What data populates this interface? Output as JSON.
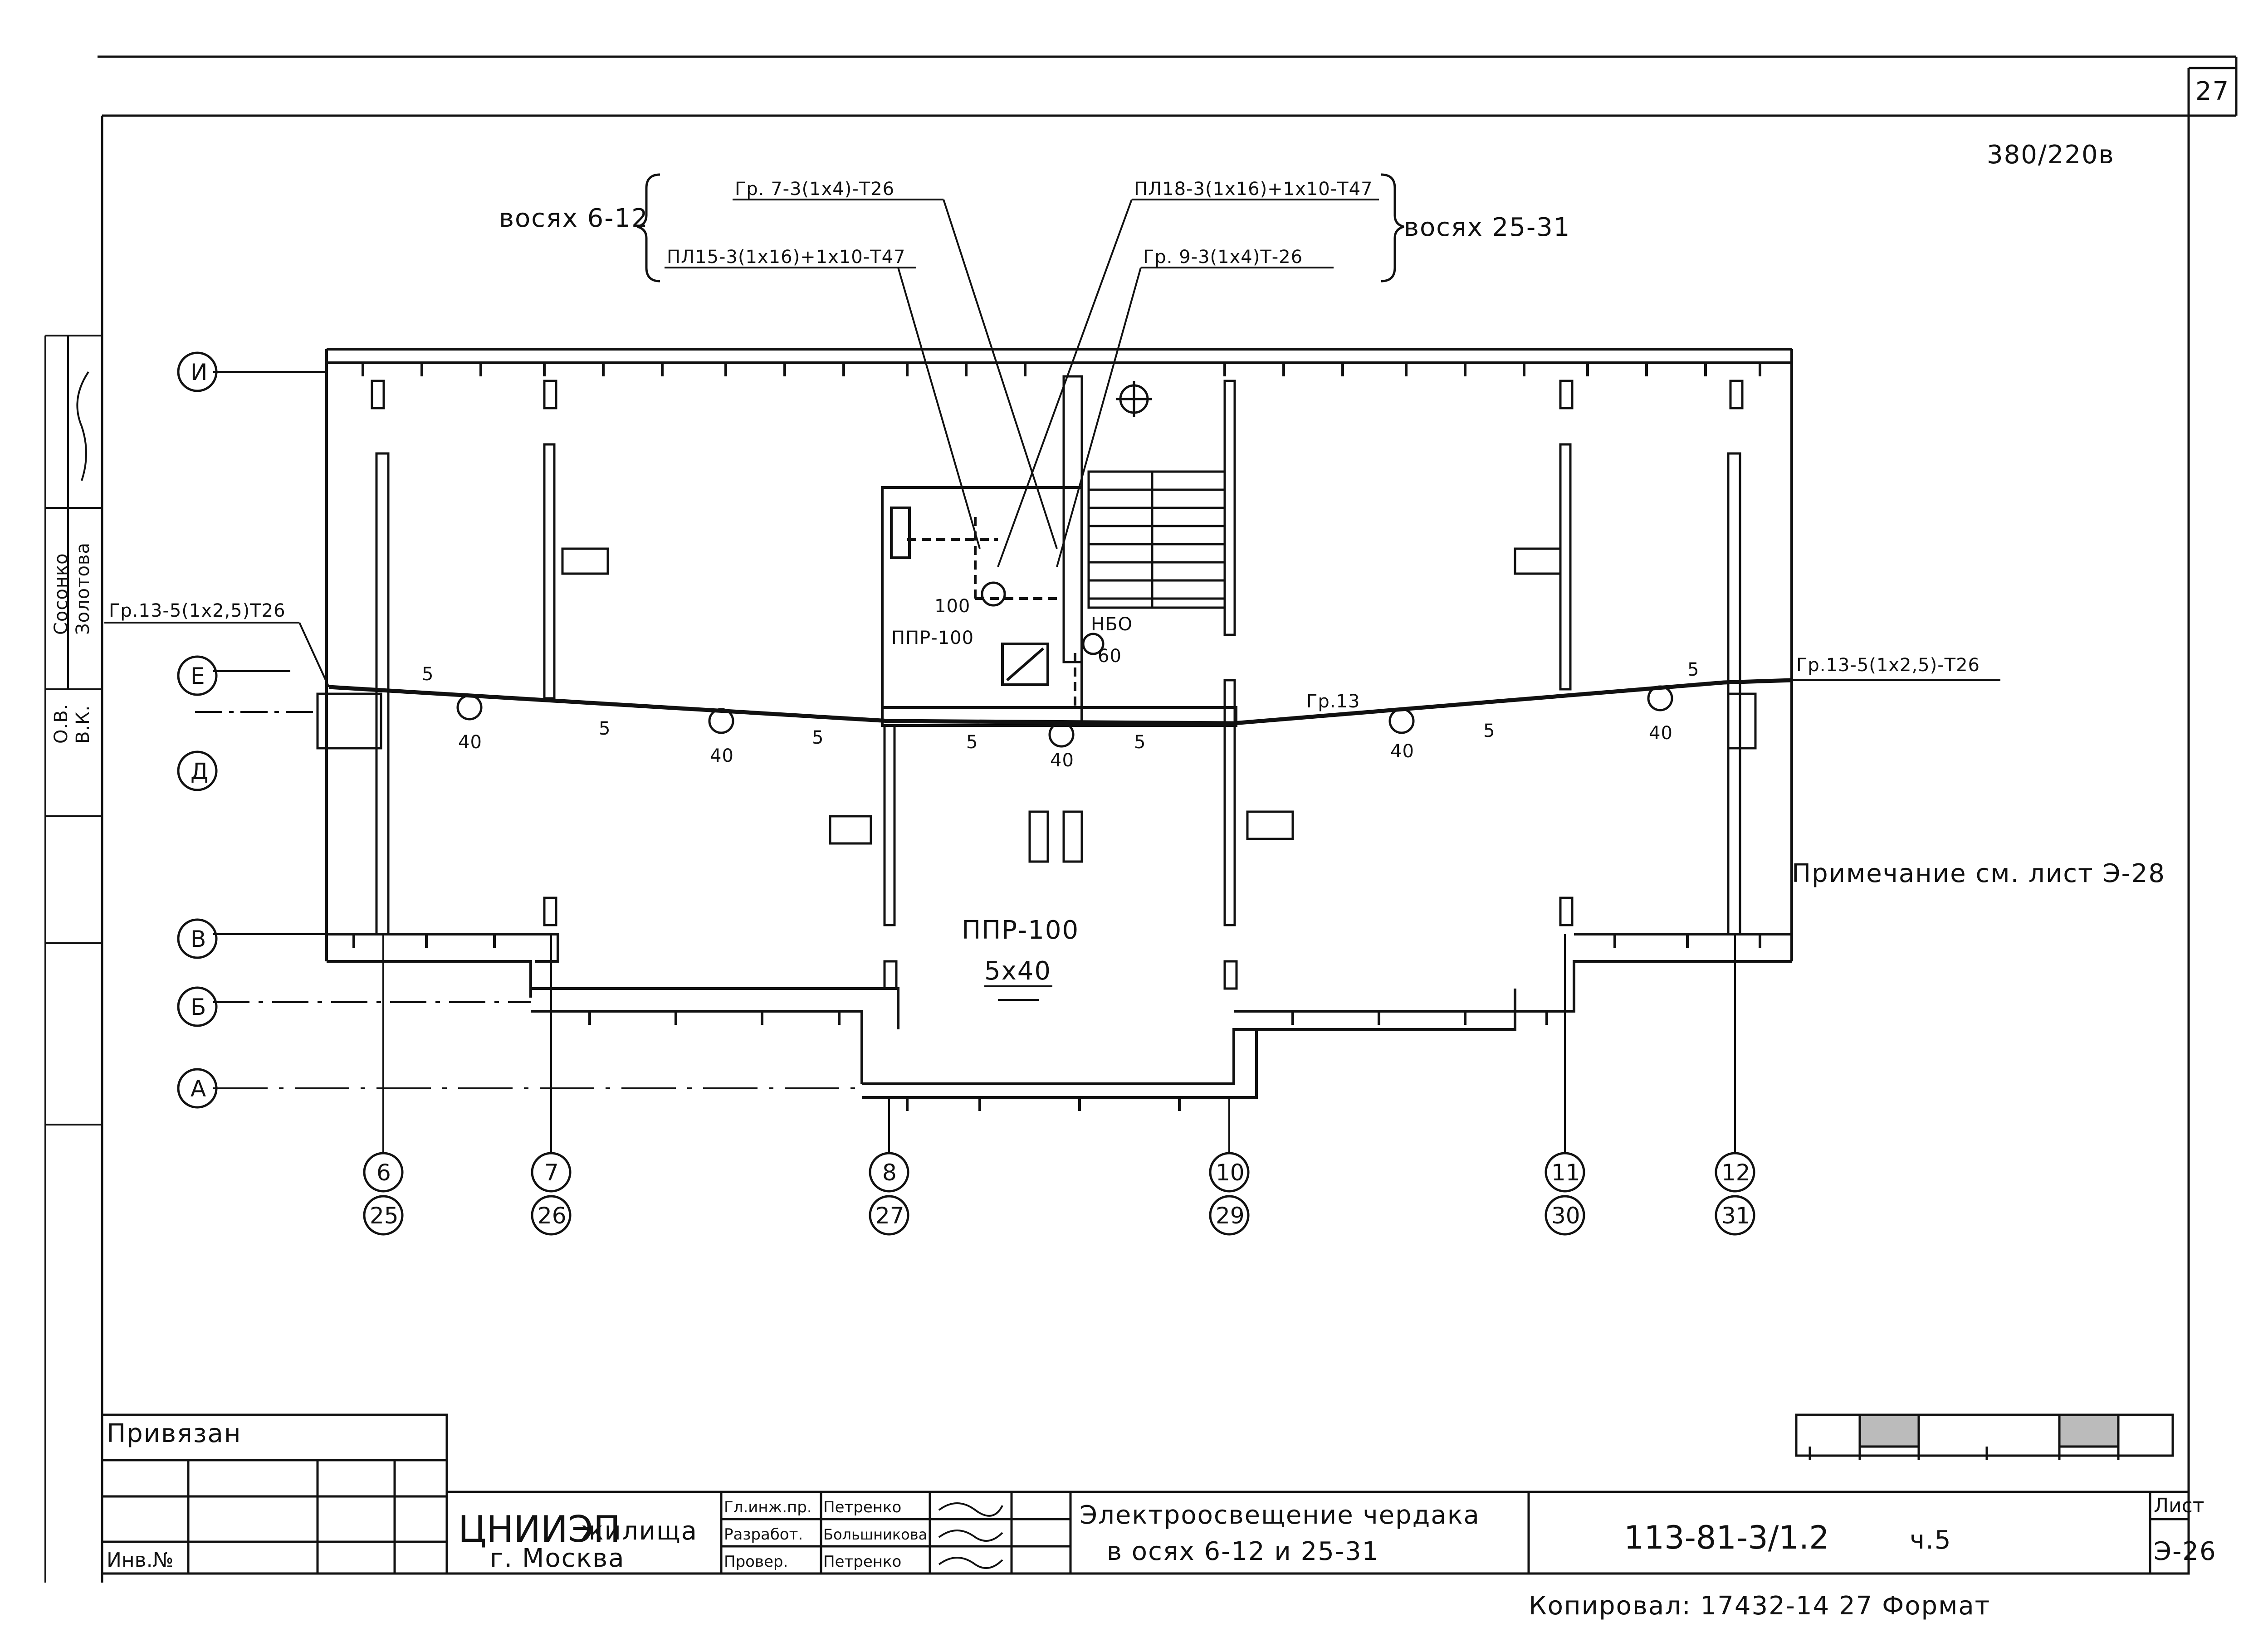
{
  "sheet_number": "27",
  "voltage": "380/220в",
  "cables": {
    "left_group_label": "восях 6-12",
    "right_group_label": "восях 25-31",
    "gr7": "Гр. 7-3(1х4)-Т26",
    "pl15": "ПЛ15-3(1х16)+1х10-Т47",
    "pl18": "ПЛ18-3(1х16)+1х10-Т47",
    "gr9": "Гр. 9-3(1х4)Т-26",
    "gr13_left": "Гр.13-5(1х2,5)Т26",
    "gr13_right": "Гр.13-5(1х2,5)-Т26",
    "gr13_mid": "Гр.13"
  },
  "panels": {
    "ppr_room": "ППР-100",
    "ppr_main": "ППР-100",
    "ppr_main_sub": "5х40",
    "nbo": "НБО",
    "nbo_power": "60",
    "room_lamp_power": "100"
  },
  "fixtures": {
    "lamp_power": "40",
    "segment_count": "5"
  },
  "axes": {
    "rows": [
      "И",
      "Е",
      "Д",
      "В",
      "Б",
      "А"
    ],
    "columns_top": [
      "6",
      "7",
      "8",
      "10",
      "11",
      "12"
    ],
    "columns_bottom": [
      "25",
      "26",
      "27",
      "29",
      "30",
      "31"
    ]
  },
  "note": "Примечание см. лист Э-28",
  "side_stamp": {
    "person1": "Сосонко",
    "person2": "Золотова",
    "role1": "О.В.",
    "role2": "В.К."
  },
  "title_block": {
    "bound": "Привязан",
    "inv_no": "Инв.№",
    "org_line1": "ЦНИИЭП",
    "org_line1b": "жилища",
    "org_line2": "г. Москва",
    "roles": [
      "Гл.инж.пр.",
      "Разработ.",
      "Провер."
    ],
    "names": [
      "Петренко",
      "Большникова",
      "Петренко"
    ],
    "title_line1": "Электроосвещение чердака",
    "title_line2": "в осях 6-12 и 25-31",
    "code": "113-81-3/1.2",
    "part": "ч.5",
    "sheet_label": "Лист",
    "sheet_value": "Э-26"
  },
  "footer": "Копировал: 17432-14 27 Формат"
}
